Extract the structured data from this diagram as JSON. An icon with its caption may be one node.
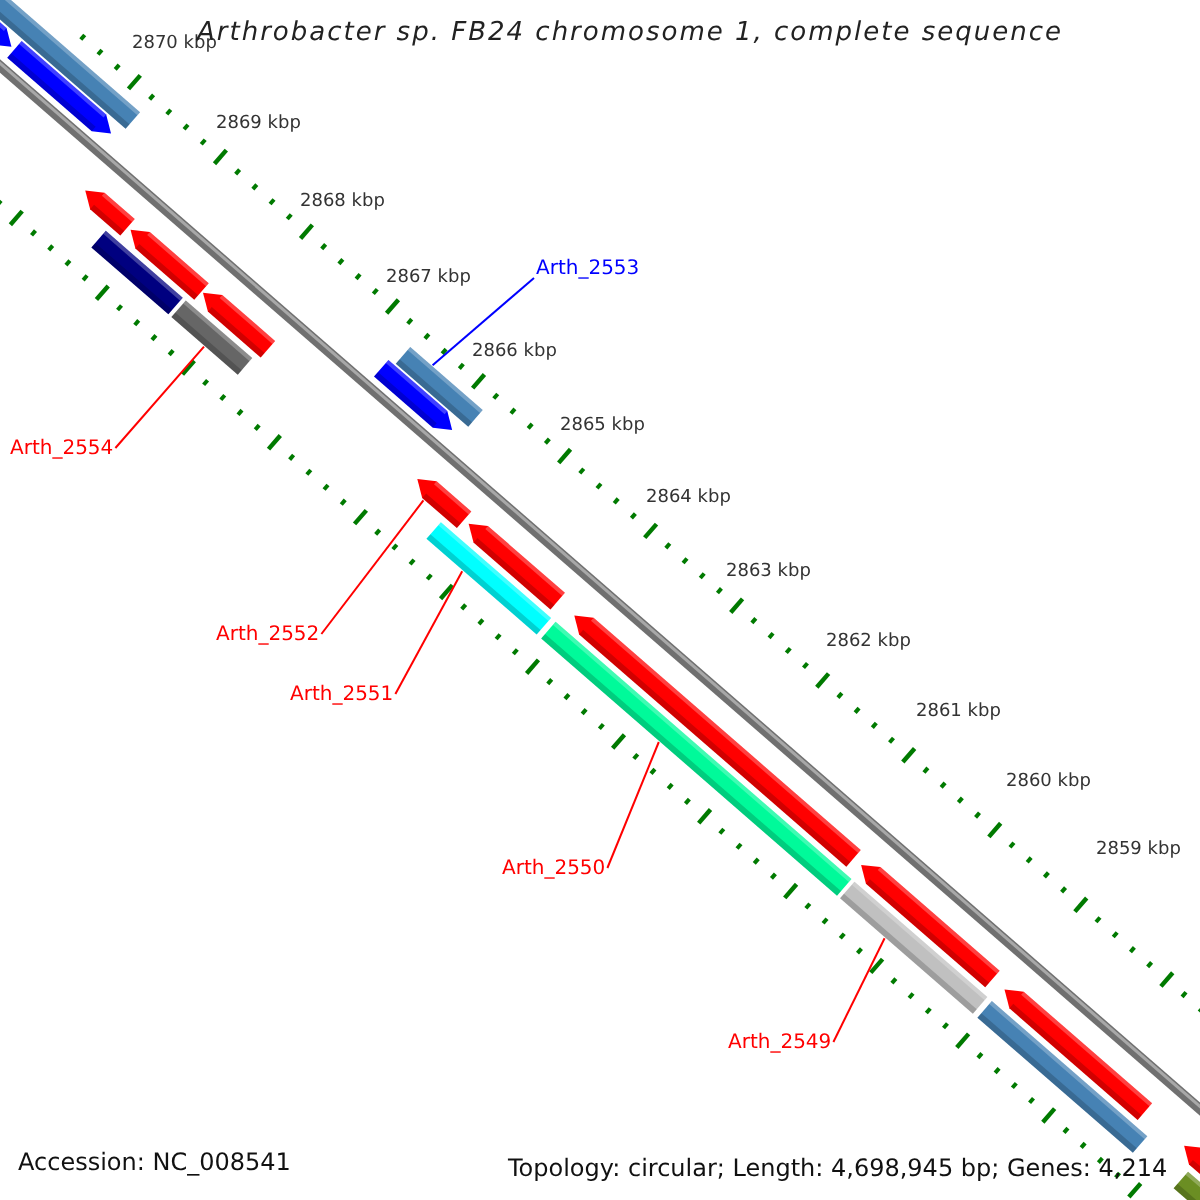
{
  "diagram": {
    "title": "Arthrobacter sp. FB24 chromosome 1, complete sequence",
    "nodes": [
      {
        "text": [
          "Arth_2553"
        ]
      },
      {
        "text": [
          "Arth_2554"
        ]
      },
      {
        "text": [
          "Arth_2552"
        ]
      },
      {
        "text": [
          "Arth_2551"
        ]
      },
      {
        "text": [
          "Arth_2550"
        ]
      },
      {
        "text": [
          "Arth_2549"
        ]
      },
      {
        "text": [],
        "shape": "arrow"
      },
      {
        "text": [],
        "shape": "bar"
      },
      {
        "text": [],
        "shape": "arrow"
      },
      {
        "text": [],
        "shape": "arrow"
      },
      {
        "text": [],
        "shape": "bar"
      },
      {
        "text": [],
        "shape": "arrow"
      },
      {
        "text": [],
        "shape": "bar"
      },
      {
        "text": [],
        "shape": "arrow"
      },
      {
        "text": [],
        "shape": "arrow"
      },
      {
        "text": [],
        "shape": "bar"
      },
      {
        "text": [],
        "shape": "arrow"
      },
      {
        "text": [],
        "shape": "bar"
      },
      {
        "text": [],
        "shape": "arrow"
      },
      {
        "text": [],
        "shape": "bar"
      },
      {
        "text": [],
        "shape": "arrow"
      },
      {
        "text": [],
        "shape": "arrow"
      },
      {
        "text": [],
        "shape": "bar"
      },
      {
        "text": [],
        "shape": "bar"
      },
      {
        "text": [],
        "shape": "arrow"
      },
      {
        "text": [],
        "shape": "arrow"
      },
      {
        "text": [],
        "shape": "bar"
      }
    ],
    "edges": [
      {
        "from": 0,
        "to": 15,
        "arrow": "none",
        "color": "#0000ff"
      },
      {
        "from": 1,
        "to": 12,
        "arrow": "none"
      },
      {
        "from": 2,
        "to": 16,
        "arrow": "none"
      },
      {
        "from": 3,
        "to": 17,
        "arrow": "none"
      },
      {
        "from": 4,
        "to": 19,
        "arrow": "none"
      },
      {
        "from": 5,
        "to": 22,
        "arrow": "none"
      }
    ],
    "labels": [
      "2870 kbp",
      "2869 kbp",
      "2868 kbp",
      "2867 kbp",
      "2866 kbp",
      "2865 kbp",
      "2864 kbp",
      "2863 kbp",
      "2862 kbp",
      "2861 kbp",
      "2860 kbp",
      "2859 kbp",
      "Accession: NC_008541",
      "Topology: circular; Length: 4,698,945 bp; Genes: 4,214"
    ]
  }
}
